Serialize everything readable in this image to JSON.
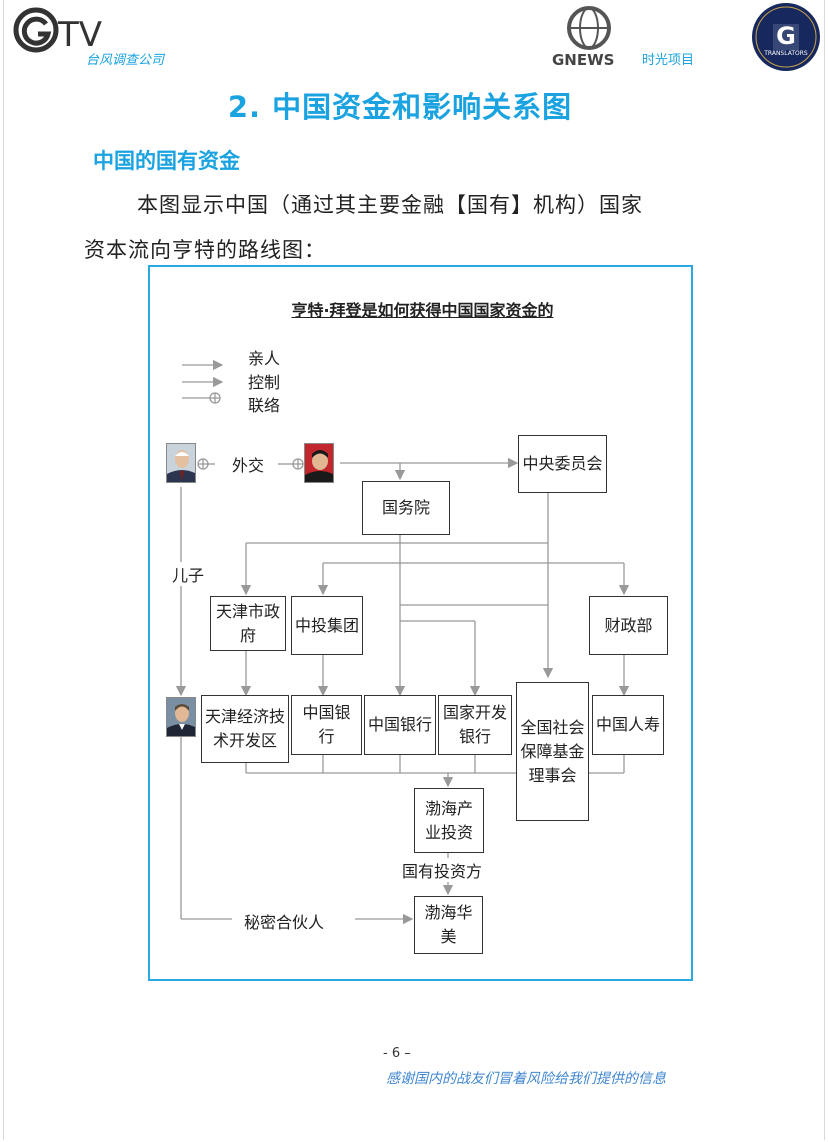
{
  "header": {
    "gtv_logo_text": "TV",
    "gtv_subtitle": "台风调查公司",
    "gnews_logo_text": "GNEWS",
    "gnews_subtitle": "时光项目",
    "translators_logo_text": "TRANSLATORS"
  },
  "page_title": "2. 中国资金和影响关系图",
  "section_heading": "中国的国有资金",
  "body": {
    "line1": "本图显示中国（通过其主要金融【国有】机构）国家",
    "line2": "资本流向亨特的路线图："
  },
  "diagram": {
    "title": "亨特·拜登是如何获得中国国家资金的",
    "legend": [
      {
        "label": "亲人",
        "line_style": "thin-arrow"
      },
      {
        "label": "控制",
        "line_style": "arrow"
      },
      {
        "label": "联络",
        "line_style": "circle-plus"
      }
    ],
    "nodes": {
      "central_committee": "中央委员会",
      "state_council": "国务院",
      "tianjin_gov": "天津市政府",
      "china_investment": "中投集团",
      "finance_ministry": "财政部",
      "tianjin_dev_zone": "天津经济技术开发区",
      "bank_of_china_1": "中国银行",
      "bank_of_china_2": "中国银行",
      "cdb": "国家开发银行",
      "social_security": "全国社会保障基金理事会",
      "china_life": "中国人寿",
      "bohai_industrial": "渤海产业投资",
      "bohai_huamei": "渤海华美"
    },
    "edge_labels": {
      "diplomacy": "外交",
      "son": "儿子",
      "state_investor": "国有投资方",
      "secret_partner": "秘密合伙人"
    },
    "colors": {
      "frame": "#29a9df",
      "line": "#999999",
      "box_border": "#333333"
    }
  },
  "footer": {
    "page_number": "- 6 –",
    "note": "感谢国内的战友们冒着风险给我们提供的信息"
  },
  "colors": {
    "accent": "#1aa3e0",
    "footer_note": "#3f86d1"
  }
}
